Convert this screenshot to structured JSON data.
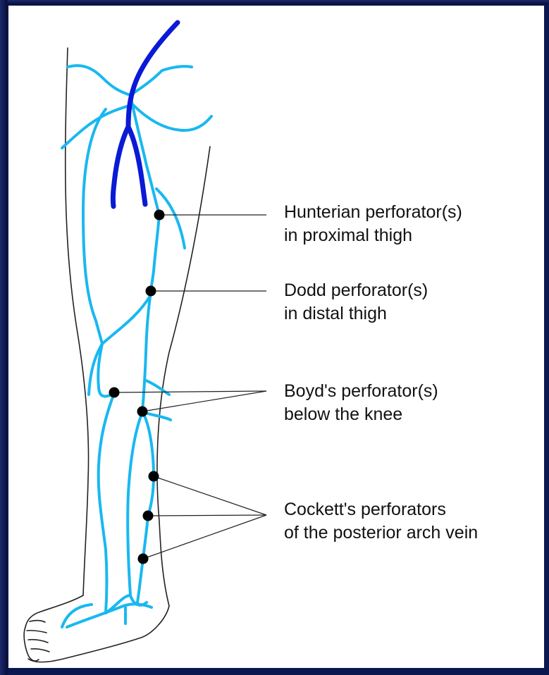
{
  "labels": {
    "hunterian": {
      "line1": "Hunterian perforator(s)",
      "line2": "in proximal thigh"
    },
    "dodd": {
      "line1": "Dodd perforator(s)",
      "line2": "in distal thigh"
    },
    "boyd": {
      "line1": "Boyd's perforator(s)",
      "line2": "below the knee"
    },
    "cockett": {
      "line1": "Cockett's perforators",
      "line2": "of the posterior arch vein"
    }
  },
  "colors": {
    "background": "#0b1850",
    "panel": "#ffffff",
    "deep_vein": "#0a1ad6",
    "superficial_vein": "#19b8f0",
    "leg_outline": "#222222",
    "perforator_dot": "#000000"
  }
}
